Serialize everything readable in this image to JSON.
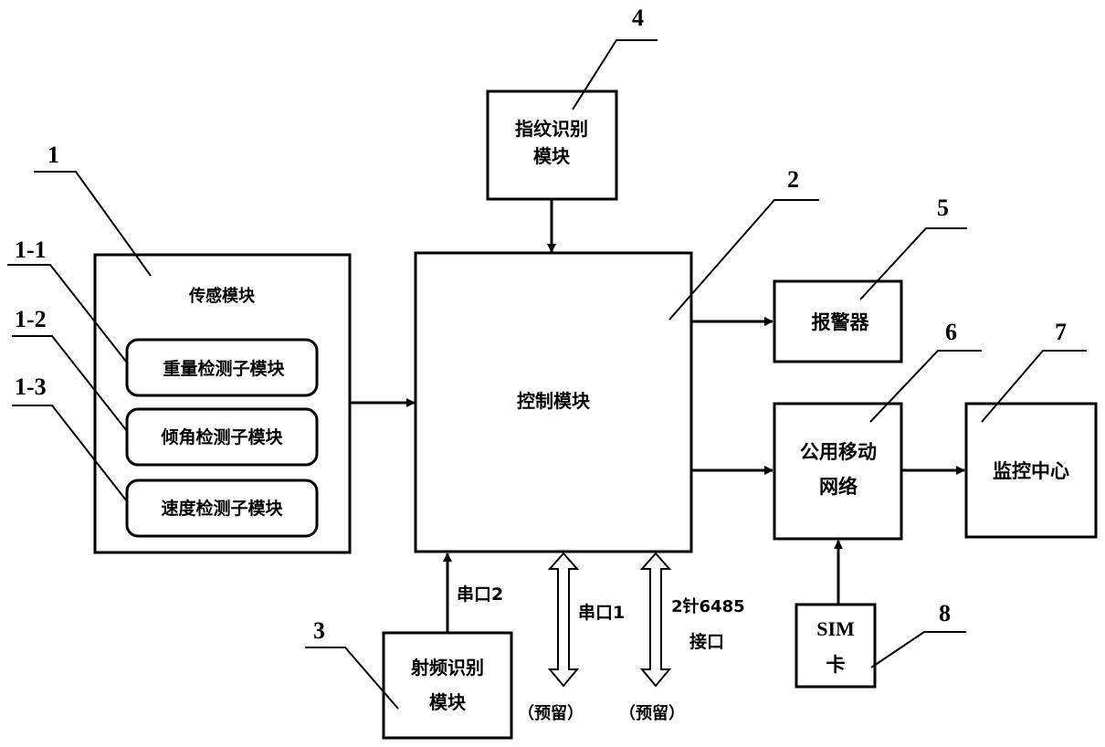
{
  "blocks": {
    "sensing": {
      "label": "传感模块",
      "ref": "1"
    },
    "weight": {
      "label": "重量检测子模块",
      "ref": "1-1"
    },
    "tilt": {
      "label": "倾角检测子模块",
      "ref": "1-2"
    },
    "speed": {
      "label": "速度检测子模块",
      "ref": "1-3"
    },
    "control": {
      "label": "控制模块",
      "ref": "2"
    },
    "rfid": {
      "label_line1": "射频识别",
      "label_line2": "模块",
      "ref": "3"
    },
    "fingerprint": {
      "label_line1": "指纹识别",
      "label_line2": "模块",
      "ref": "4"
    },
    "alarm": {
      "label": "报警器",
      "ref": "5"
    },
    "network": {
      "label_line1": "公用移动",
      "label_line2": "网络",
      "ref": "6"
    },
    "monitor": {
      "label": "监控中心",
      "ref": "7"
    },
    "sim": {
      "label_line1": "SIM",
      "label_line2": "卡",
      "ref": "8"
    }
  },
  "connections": {
    "serial2": "串口2",
    "serial1": "串口1",
    "rs485_line1": "2针6485",
    "rs485_line2": "接口",
    "reserved1": "（预留）",
    "reserved2": "（预留）"
  }
}
